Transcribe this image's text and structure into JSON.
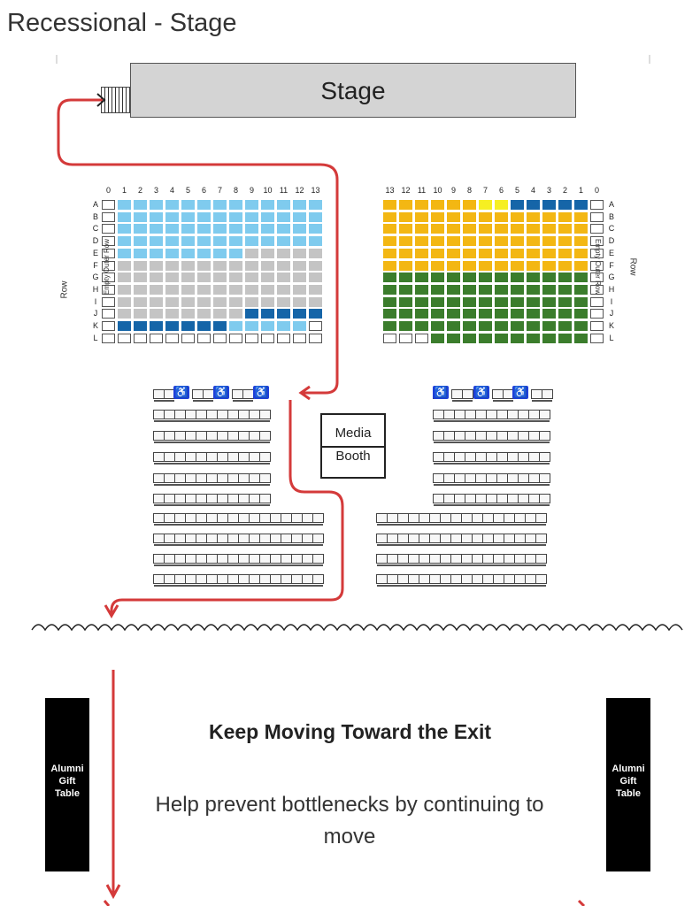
{
  "page_title": "Recessional - Stage",
  "stage_label": "Stage",
  "axis_label_row": "Row",
  "outer_row_label": "Empty Outer Row",
  "left_section": {
    "column_numbers": [
      "0",
      "1",
      "2",
      "3",
      "4",
      "5",
      "6",
      "7",
      "8",
      "9",
      "10",
      "11",
      "12",
      "13"
    ],
    "row_letters": [
      "A",
      "B",
      "C",
      "D",
      "E",
      "F",
      "G",
      "H",
      "I",
      "J",
      "K",
      "L"
    ]
  },
  "right_section": {
    "column_numbers": [
      "13",
      "12",
      "11",
      "10",
      "9",
      "8",
      "7",
      "6",
      "5",
      "4",
      "3",
      "2",
      "1",
      "0"
    ],
    "row_letters": [
      "A",
      "B",
      "C",
      "D",
      "E",
      "F",
      "G",
      "H",
      "I",
      "J",
      "K",
      "L"
    ]
  },
  "media_booth": {
    "line1": "Media",
    "line2": "Booth"
  },
  "exit_heading": "Keep Moving Toward the Exit",
  "help_text": "Help prevent bottlenecks by continuing to move",
  "gift_table_label": "Alumni\nGift\nTable",
  "colors": {
    "light_blue": "#7fcbee",
    "dark_blue": "#1565a8",
    "gray": "#c4c4c4",
    "gold": "#f3b713",
    "yellow": "#f6ef22",
    "green": "#3b7d2c",
    "route_red": "#d43a3a",
    "accessible_blue": "#1e3fd9"
  },
  "icons": [
    "wheelchair-icon",
    "route-arrow-icon",
    "stairs-icon"
  ]
}
